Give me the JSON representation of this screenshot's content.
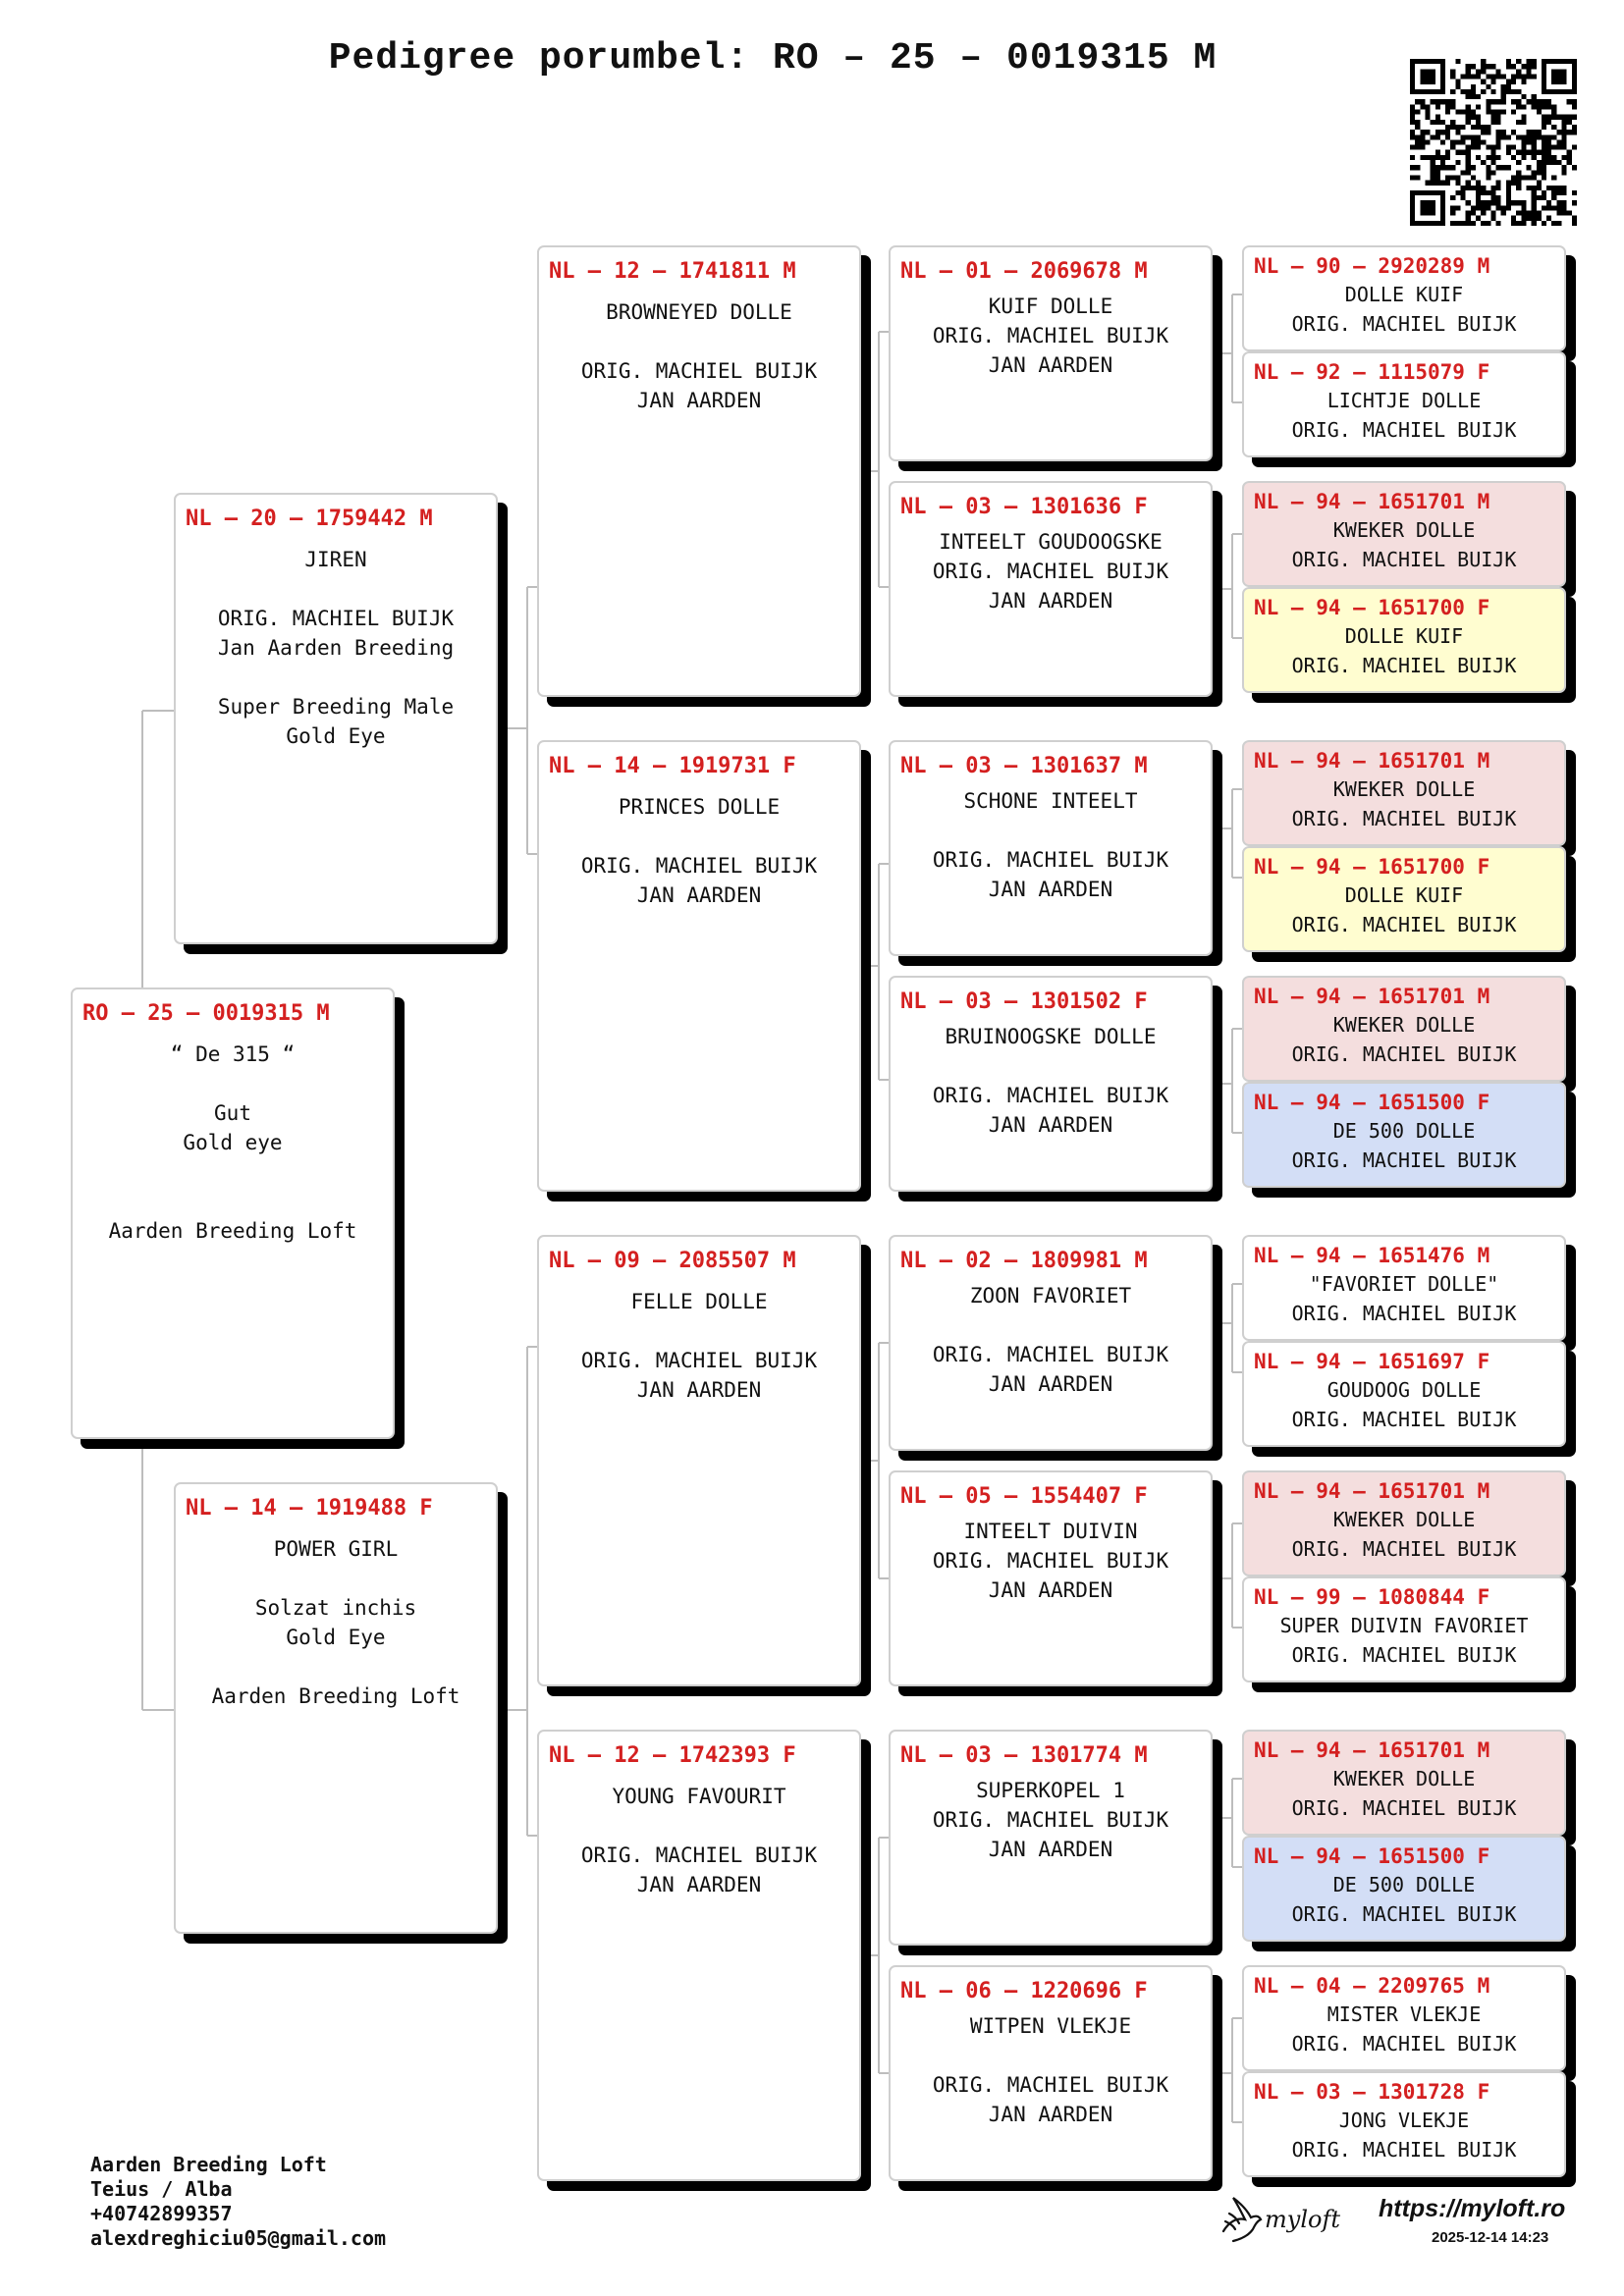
{
  "title": "Pedigree porumbel: RO – 25 – 0019315 M",
  "subject": {
    "ring": "RO – 25 – 0019315 M",
    "text": "“ De 315 “\n\nGut\nGold eye\n\n\nAarden Breeding Loft"
  },
  "parents": [
    {
      "ring": "NL – 20 – 1759442 M",
      "text": "JIREN\n\nORIG. MACHIEL BUIJK\nJan Aarden Breeding\n\nSuper Breeding Male\nGold Eye"
    },
    {
      "ring": "NL – 14 – 1919488 F",
      "text": "POWER GIRL\n\nSolzat inchis\nGold Eye\n\nAarden Breeding Loft"
    }
  ],
  "grandparents": [
    {
      "ring": "NL – 12 – 1741811 M",
      "text": "BROWNEYED DOLLE\n\nORIG. MACHIEL BUIJK\nJAN AARDEN"
    },
    {
      "ring": "NL – 14 – 1919731 F",
      "text": "PRINCES DOLLE\n\nORIG. MACHIEL BUIJK\nJAN AARDEN"
    },
    {
      "ring": "NL – 09 – 2085507 M",
      "text": "FELLE DOLLE\n\nORIG. MACHIEL BUIJK\nJAN AARDEN"
    },
    {
      "ring": "NL – 12 – 1742393 F",
      "text": "YOUNG FAVOURIT\n\nORIG. MACHIEL BUIJK\nJAN AARDEN"
    }
  ],
  "great_grandparents": [
    {
      "ring": "NL – 01 – 2069678 M",
      "text": "KUIF DOLLE\nORIG. MACHIEL BUIJK\nJAN AARDEN"
    },
    {
      "ring": "NL – 03 – 1301636 F",
      "text": "INTEELT GOUDOOGSKE\nORIG. MACHIEL BUIJK\nJAN AARDEN"
    },
    {
      "ring": "NL – 03 – 1301637 M",
      "text": "SCHONE INTEELT\n\nORIG. MACHIEL BUIJK\nJAN AARDEN"
    },
    {
      "ring": "NL – 03 – 1301502 F",
      "text": "BRUINOOGSKE DOLLE\n\nORIG. MACHIEL BUIJK\nJAN AARDEN"
    },
    {
      "ring": "NL – 02 – 1809981 M",
      "text": "ZOON FAVORIET\n\nORIG. MACHIEL BUIJK\nJAN AARDEN"
    },
    {
      "ring": "NL – 05 – 1554407 F",
      "text": "INTEELT DUIVIN\nORIG. MACHIEL BUIJK\nJAN AARDEN"
    },
    {
      "ring": "NL – 03 – 1301774 M",
      "text": "SUPERKOPEL 1\nORIG. MACHIEL BUIJK\nJAN AARDEN"
    },
    {
      "ring": "NL – 06 – 1220696 F",
      "text": "WITPEN VLEKJE\n\nORIG. MACHIEL BUIJK\nJAN AARDEN"
    }
  ],
  "great_great_grandparents": [
    {
      "ring": "NL – 90 – 2920289 M",
      "text": "DOLLE KUIF\nORIG. MACHIEL BUIJK",
      "color": "white"
    },
    {
      "ring": "NL – 92 – 1115079 F",
      "text": "LICHTJE DOLLE\nORIG. MACHIEL BUIJK",
      "color": "white"
    },
    {
      "ring": "NL – 94 – 1651701 M",
      "text": "KWEKER DOLLE\nORIG. MACHIEL BUIJK",
      "color": "pink"
    },
    {
      "ring": "NL – 94 – 1651700 F",
      "text": "DOLLE KUIF\nORIG. MACHIEL BUIJK",
      "color": "yellow"
    },
    {
      "ring": "NL – 94 – 1651701 M",
      "text": "KWEKER DOLLE\nORIG. MACHIEL BUIJK",
      "color": "pink"
    },
    {
      "ring": "NL – 94 – 1651700 F",
      "text": "DOLLE KUIF\nORIG. MACHIEL BUIJK",
      "color": "yellow"
    },
    {
      "ring": "NL – 94 – 1651701 M",
      "text": "KWEKER DOLLE\nORIG. MACHIEL BUIJK",
      "color": "pink"
    },
    {
      "ring": "NL – 94 – 1651500 F",
      "text": "DE 500 DOLLE\nORIG. MACHIEL BUIJK",
      "color": "blue"
    },
    {
      "ring": "NL – 94 – 1651476 M",
      "text": "\"FAVORIET DOLLE\"\nORIG. MACHIEL BUIJK",
      "color": "white"
    },
    {
      "ring": "NL – 94 – 1651697 F",
      "text": "GOUDOOG DOLLE\nORIG. MACHIEL BUIJK",
      "color": "white"
    },
    {
      "ring": "NL – 94 – 1651701 M",
      "text": "KWEKER DOLLE\nORIG. MACHIEL BUIJK",
      "color": "pink"
    },
    {
      "ring": "NL – 99 – 1080844 F",
      "text": "SUPER DUIVIN FAVORIET\nORIG. MACHIEL BUIJK",
      "color": "white"
    },
    {
      "ring": "NL – 94 – 1651701 M",
      "text": "KWEKER DOLLE\nORIG. MACHIEL BUIJK",
      "color": "pink"
    },
    {
      "ring": "NL – 94 – 1651500 F",
      "text": "DE 500 DOLLE\nORIG. MACHIEL BUIJK",
      "color": "blue"
    },
    {
      "ring": "NL – 04 – 2209765 M",
      "text": "MISTER VLEKJE\nORIG. MACHIEL BUIJK",
      "color": "white"
    },
    {
      "ring": "NL – 03 – 1301728 F",
      "text": "JONG VLEKJE\nORIG. MACHIEL BUIJK",
      "color": "white"
    }
  ],
  "contact": {
    "loft": "Aarden Breeding Loft",
    "location": "Teius / Alba",
    "phone": "+40742899357",
    "email": "alexdreghiciu05@gmail.com"
  },
  "footer": {
    "brand": "myloft",
    "url": "https://myloft.ro",
    "timestamp": "2025-12-14 14:23"
  },
  "colors": {
    "ring_red": "#d42020",
    "pink": "#f4dede",
    "yellow": "#fffdd0",
    "blue": "#d3def6"
  }
}
